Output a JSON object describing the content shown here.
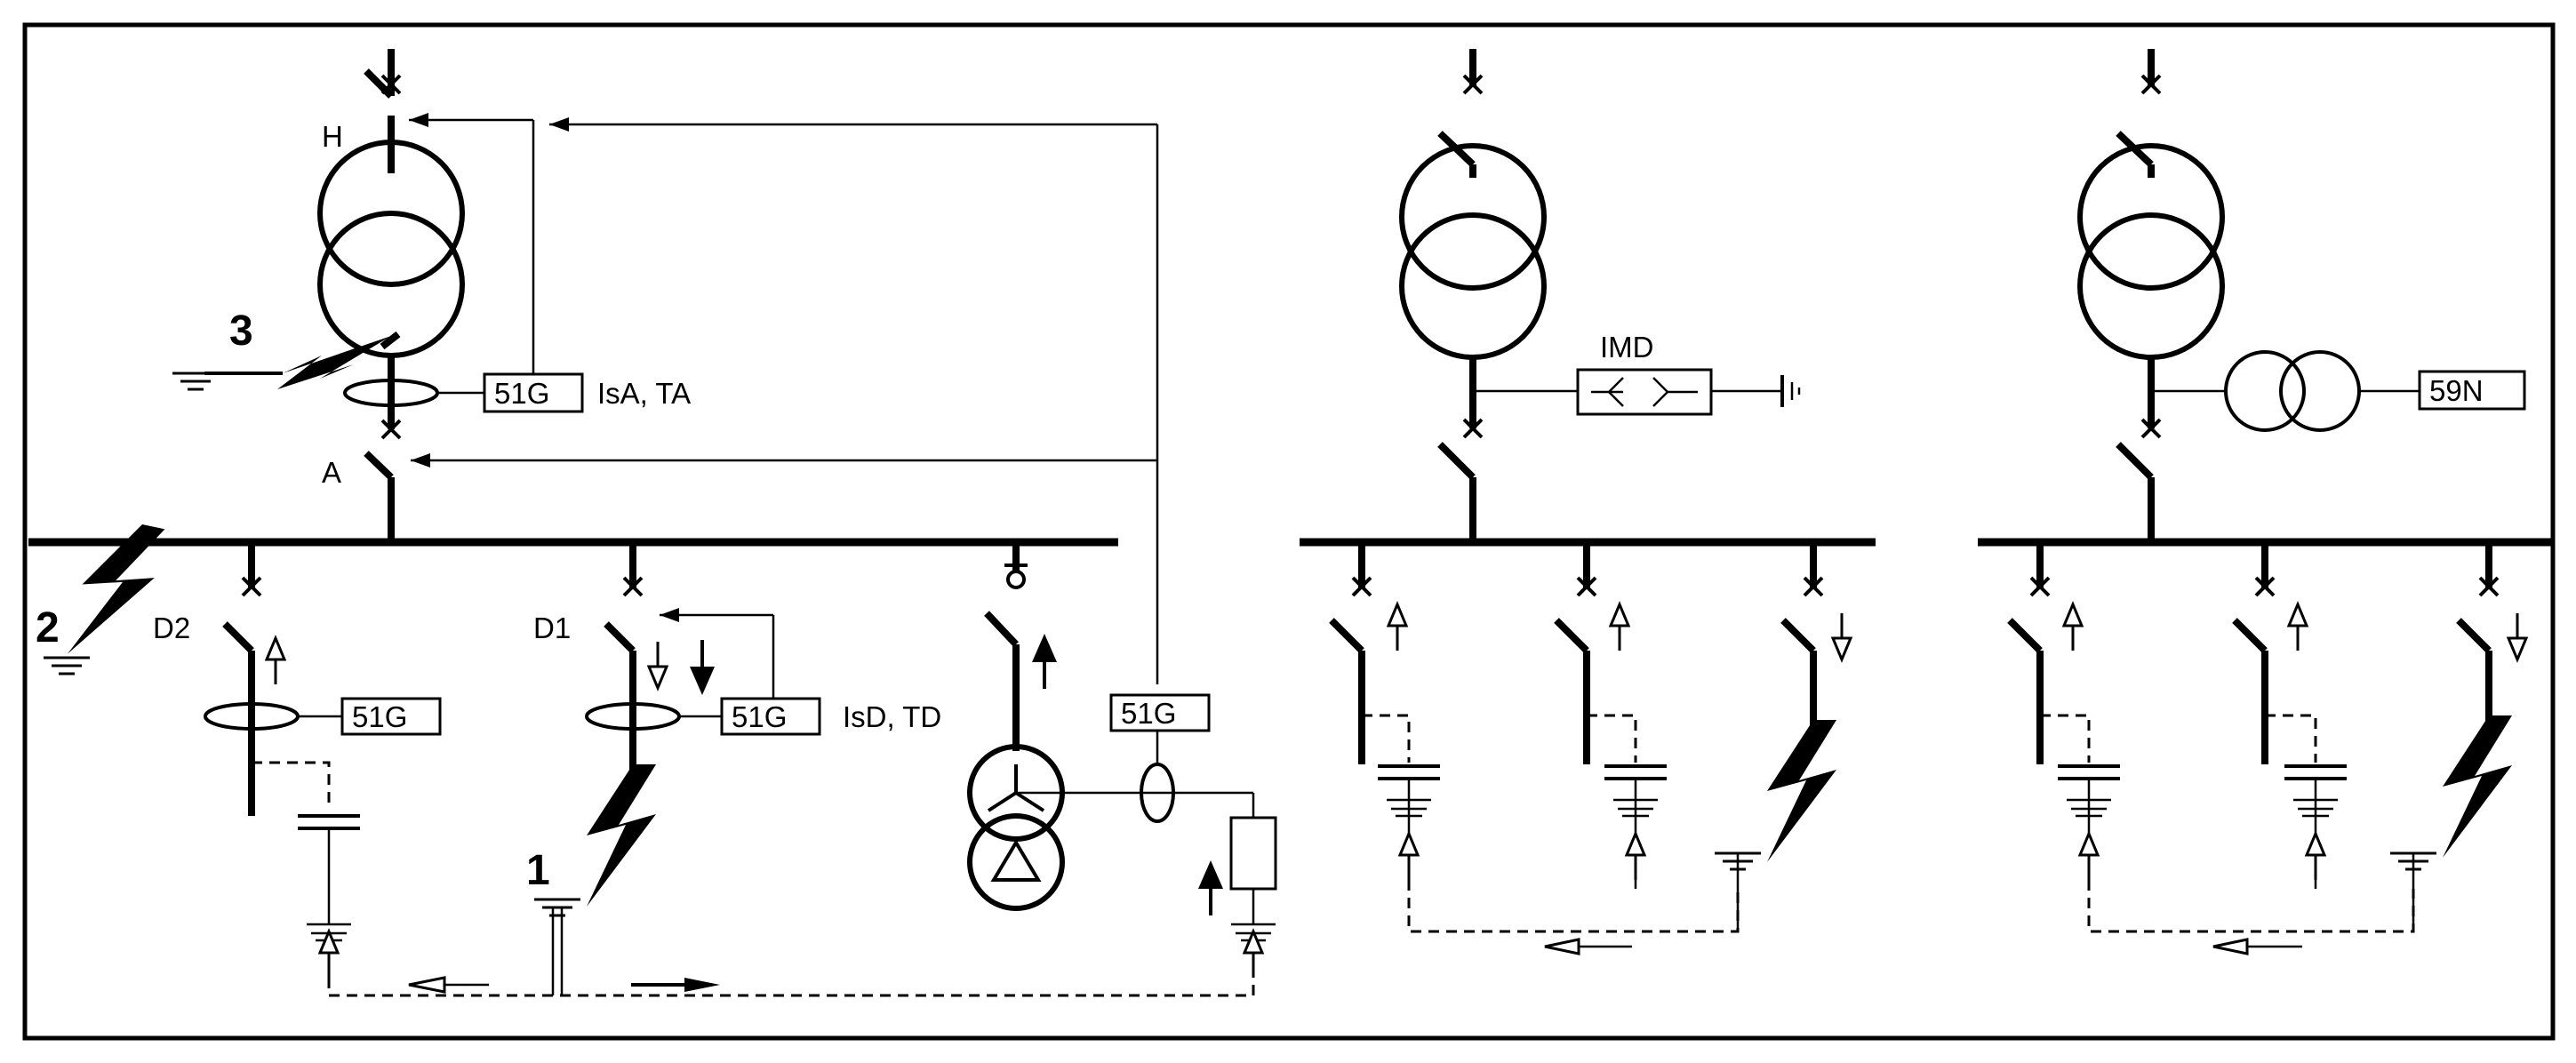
{
  "breakers": {
    "incomer": "H",
    "bus_tie": "A",
    "feeder_d2": "D2",
    "feeder_d1": "D1"
  },
  "relays": {
    "incomer_relay": "51G",
    "incomer_setting": "IsA, TA",
    "d2_relay": "51G",
    "d1_relay": "51G",
    "d1_setting": "IsD, TD",
    "earthing_relay": "51G",
    "imd": "IMD",
    "overvoltage_relay": "59N"
  },
  "fault_numbers": {
    "fault_1": "1",
    "fault_2": "2",
    "fault_3": "3"
  }
}
